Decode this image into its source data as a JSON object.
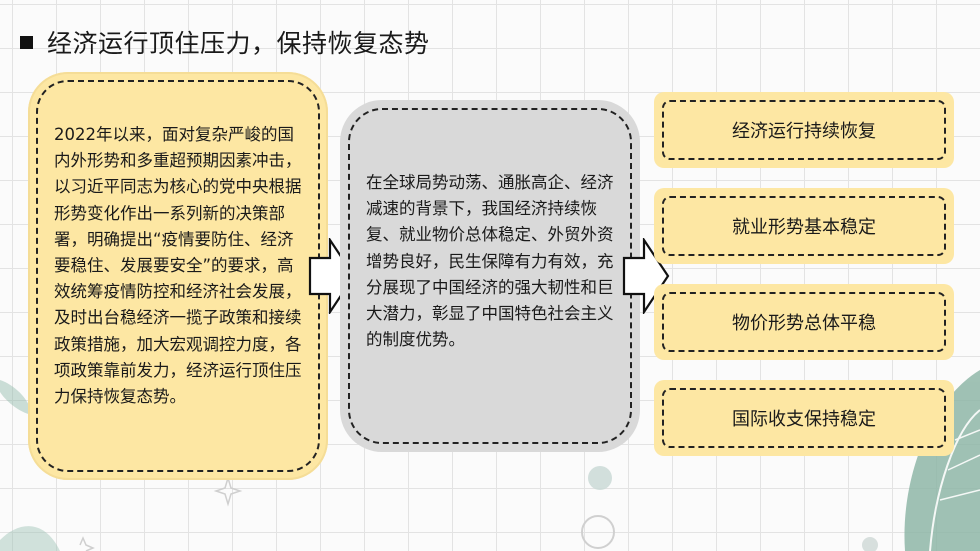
{
  "title": "经济运行顶住压力，保持恢复态势",
  "left_text": "2022年以来，面对复杂严峻的国内外形势和多重超预期因素冲击，以习近平同志为核心的党中央根据形势变化作出一系列新的决策部署，明确提出“疫情要防住、经济要稳住、发展要安全”的要求，高效统筹疫情防控和经济社会发展，及时出台稳经济一揽子政策和接续政策措施，加大宏观调控力度，各项政策靠前发力，经济运行顶住压力保持恢复态势。",
  "middle_text": "在全球局势动荡、通胀高企、经济减速的背景下，我国经济持续恢复、就业物价总体稳定、外贸外资增势良好，民生保障有力有效，充分展现了中国经济的强大韧性和巨大潜力，彰显了中国特色社会主义的制度优势。",
  "results": [
    {
      "label": "经济运行持续恢复"
    },
    {
      "label": "就业形势基本稳定"
    },
    {
      "label": "物价形势总体平稳"
    },
    {
      "label": "国际收支保持稳定"
    }
  ],
  "colors": {
    "yellow_box": "#fde7a3",
    "gray_box": "#d9d9d9",
    "border": "#222222",
    "leaf": "#8fb7a8"
  },
  "icons": [
    "title-square-icon",
    "arrow-right-icon",
    "leaf-decoration-icon",
    "sparkle-icon",
    "circle-decoration-icon"
  ]
}
